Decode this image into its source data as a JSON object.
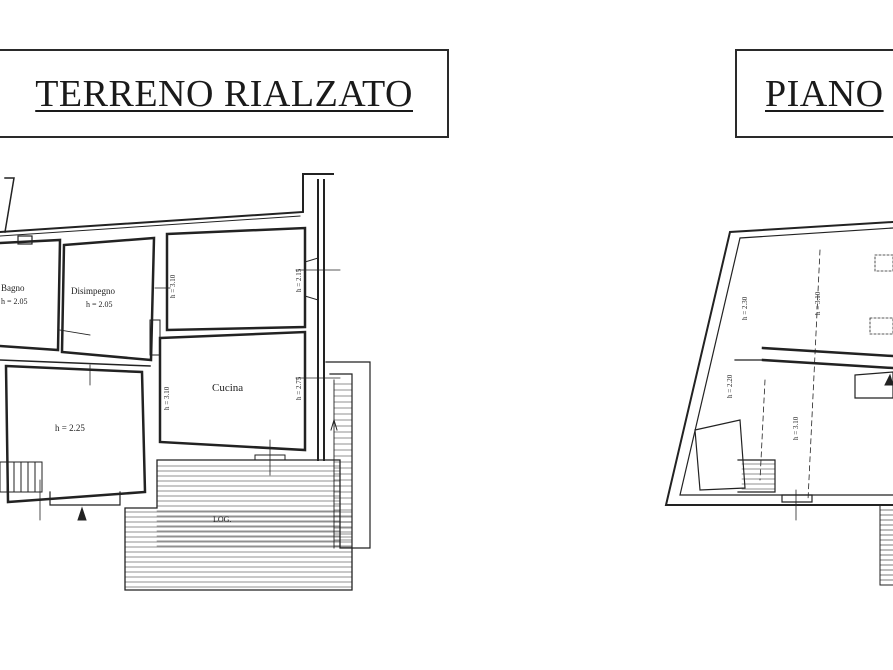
{
  "left_plan": {
    "title": "TERRENO  RIALZATO",
    "rooms": {
      "bagno": "Bagno",
      "bagno_h": "h = 2.05",
      "disimpegno": "Disimpegno",
      "disimpegno_h": "h = 2.05",
      "room_top_h": "h = 3.10",
      "room_top_h2": "h = 2.15",
      "cucina": "Cucina",
      "cucina_h": "h = 2.75",
      "cucina_h2": "h = 3.10",
      "living_h": "h = 2.25"
    },
    "terrace_label": "LOG."
  },
  "right_plan": {
    "title": "PIANO",
    "heights": {
      "h1": "h = 2.30",
      "h2": "h = 3.10",
      "h3": "h = 2.20",
      "h4": "h = 3.10"
    }
  },
  "colors": {
    "ink": "#222222",
    "paper": "#ffffff"
  }
}
